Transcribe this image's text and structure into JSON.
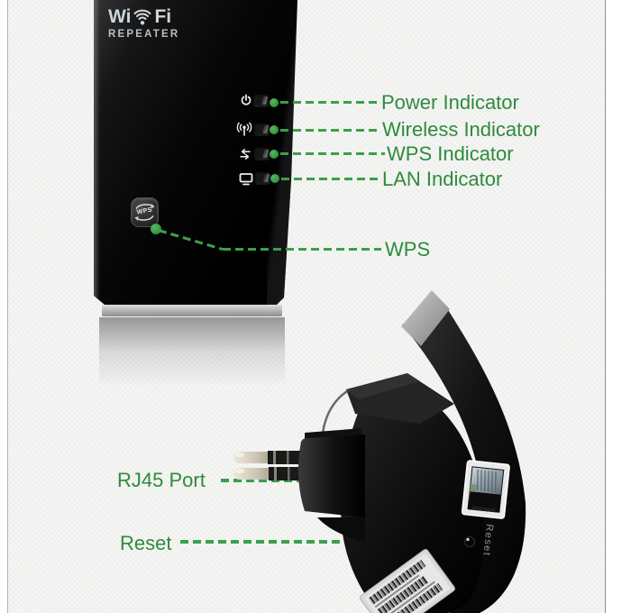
{
  "colors": {
    "label_green": "#2e8b3c",
    "line_green": "#3aa04a",
    "device_black": "#0a0a0a"
  },
  "device_front": {
    "logo_left": "Wi",
    "logo_right": "Fi",
    "logo_subtitle": "REPEATER",
    "wps_button_label": "WPS"
  },
  "indicators": [
    {
      "icon": "power-icon",
      "label": "Power Indicator"
    },
    {
      "icon": "wireless-icon",
      "label": "Wireless Indicator"
    },
    {
      "icon": "wps-icon",
      "label": "WPS Indicator"
    },
    {
      "icon": "lan-icon",
      "label": "LAN Indicator"
    }
  ],
  "callouts": {
    "wps_button": "WPS",
    "rj45_port": "RJ45 Port",
    "reset": "Reset"
  },
  "device_side": {
    "reset_marking": "Reset"
  }
}
